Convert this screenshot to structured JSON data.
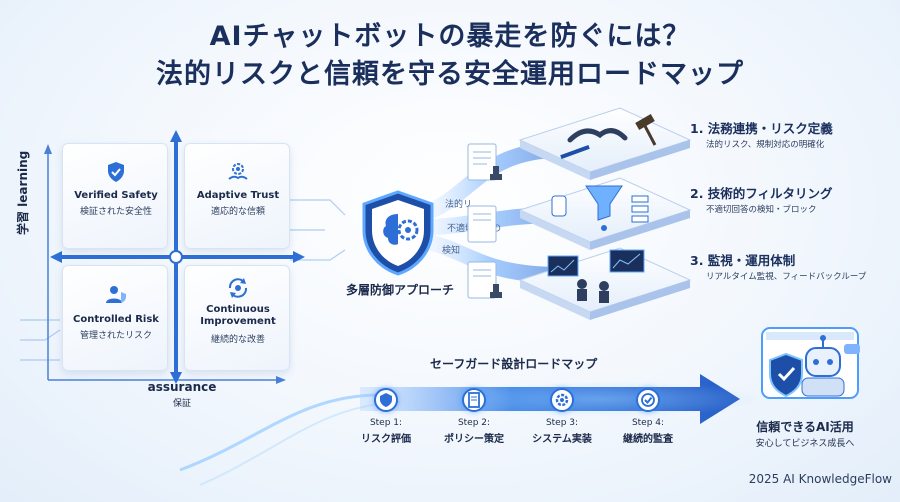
{
  "title": {
    "line1": "AIチャットボットの暴走を防ぐには？",
    "line2": "法的リスクと信頼を守る安全運用ロードマップ"
  },
  "quadrant": {
    "y_label": "学習 learning",
    "x_label_en": "assurance",
    "x_label_ja": "保証",
    "cells": [
      {
        "en": "Verified Safety",
        "ja": "検証された安全性",
        "icon": "shield-check-icon"
      },
      {
        "en": "Adaptive Trust",
        "ja": "適応的な信頼",
        "icon": "gear-hand-icon"
      },
      {
        "en": "Controlled Risk",
        "ja": "管理されたリスク",
        "icon": "user-shield-icon"
      },
      {
        "en": "Continuous Improvement",
        "ja": "継続的な改善",
        "icon": "cycle-gear-icon"
      }
    ]
  },
  "approach": {
    "label": "多層防御アプローチ",
    "flow_labels": [
      "法的リ",
      "不適切回答の",
      "検知"
    ]
  },
  "layers": [
    {
      "title": "1. 法務連携・リスク定義",
      "desc": "法的リスク、規制対応の明確化",
      "icon": "handshake-gavel-icon"
    },
    {
      "title": "2. 技術的フィルタリング",
      "desc": "不適切回答の検知・ブロック",
      "icon": "filter-funnel-icon"
    },
    {
      "title": "3. 監視・運用体制",
      "desc": "リアルタイム監視、フィードバックループ",
      "icon": "monitoring-team-icon"
    }
  ],
  "roadmap": {
    "title": "セーフガード設計ロードマップ",
    "steps": [
      {
        "num": "Step 1:",
        "label": "リスク評価",
        "icon": "risk-icon"
      },
      {
        "num": "Step 2:",
        "label": "ポリシー策定",
        "icon": "policy-icon"
      },
      {
        "num": "Step 3:",
        "label": "システム実装",
        "icon": "gear-icon"
      },
      {
        "num": "Step 4:",
        "label": "継続的監査",
        "icon": "check-icon"
      }
    ]
  },
  "result": {
    "title": "信頼できるAI活用",
    "subtitle": "安心してビジネス成長へ"
  },
  "footer": "2025 AI KnowledgeFlow",
  "colors": {
    "primary": "#2d6fd6",
    "navy": "#1a2f5c",
    "glow": "#7fc4ff"
  }
}
